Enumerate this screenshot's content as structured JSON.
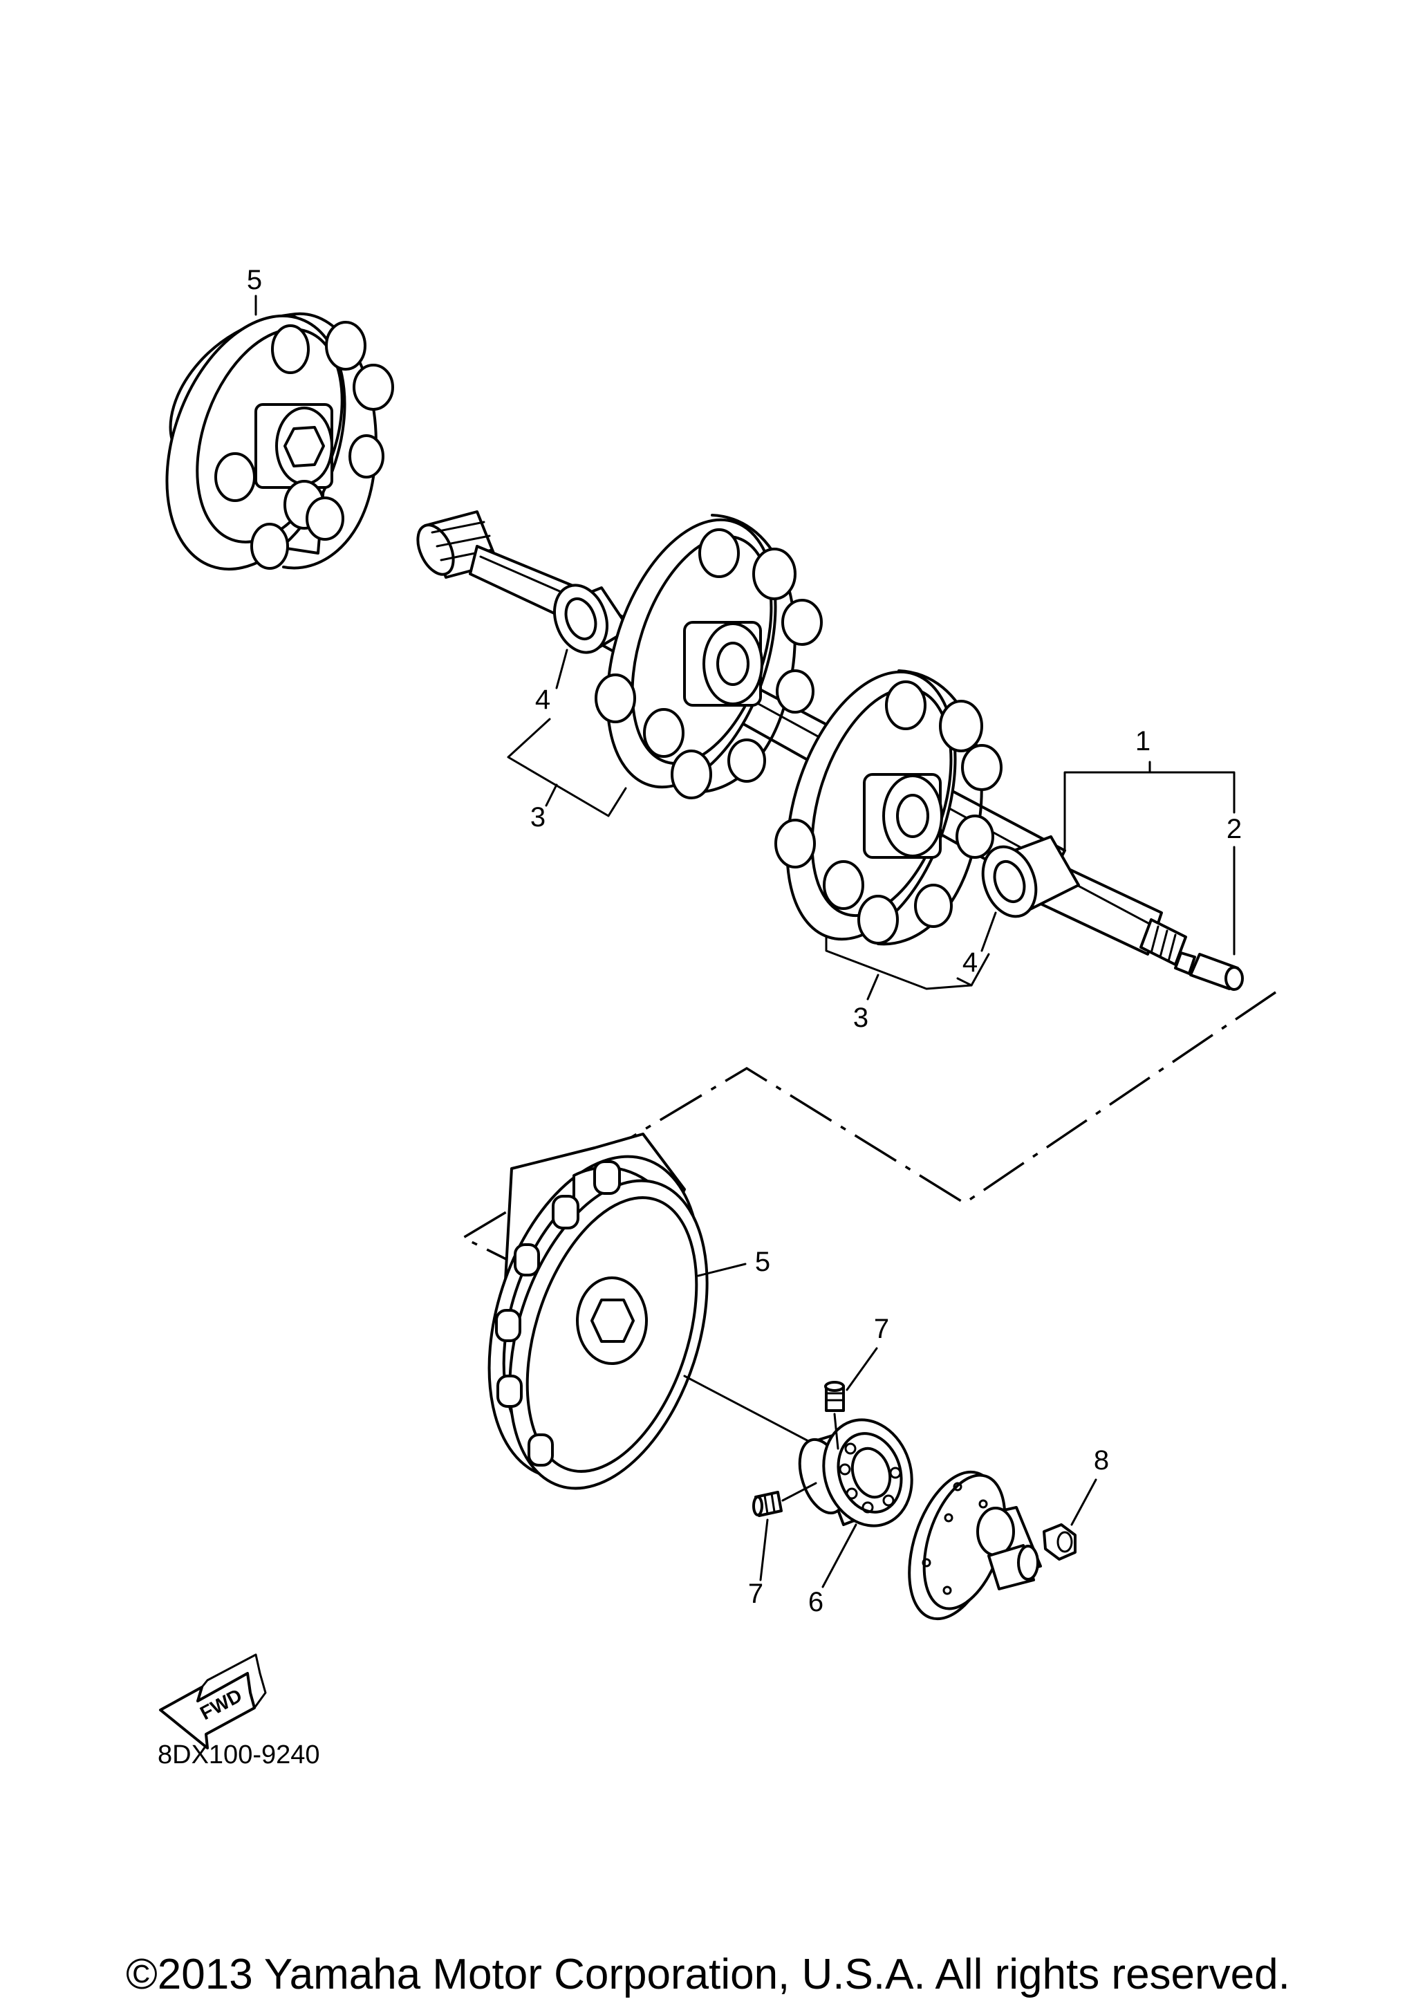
{
  "callouts": [
    {
      "id": "c1",
      "text": "1"
    },
    {
      "id": "c2",
      "text": "2"
    },
    {
      "id": "c3a",
      "text": "3"
    },
    {
      "id": "c3b",
      "text": "3"
    },
    {
      "id": "c4a",
      "text": "4"
    },
    {
      "id": "c4b",
      "text": "4"
    },
    {
      "id": "c5a",
      "text": "5"
    },
    {
      "id": "c5b",
      "text": "5"
    },
    {
      "id": "c6",
      "text": "6"
    },
    {
      "id": "c7a",
      "text": "7"
    },
    {
      "id": "c7b",
      "text": "7"
    },
    {
      "id": "c8",
      "text": "8"
    }
  ],
  "fwd_label": "FWD",
  "diagram_code": "8DX100-9240",
  "copyright": "©2013 Yamaha Motor Corporation, U.S.A. All rights reserved.",
  "colors": {
    "ink": "#000000",
    "paper": "#ffffff"
  }
}
